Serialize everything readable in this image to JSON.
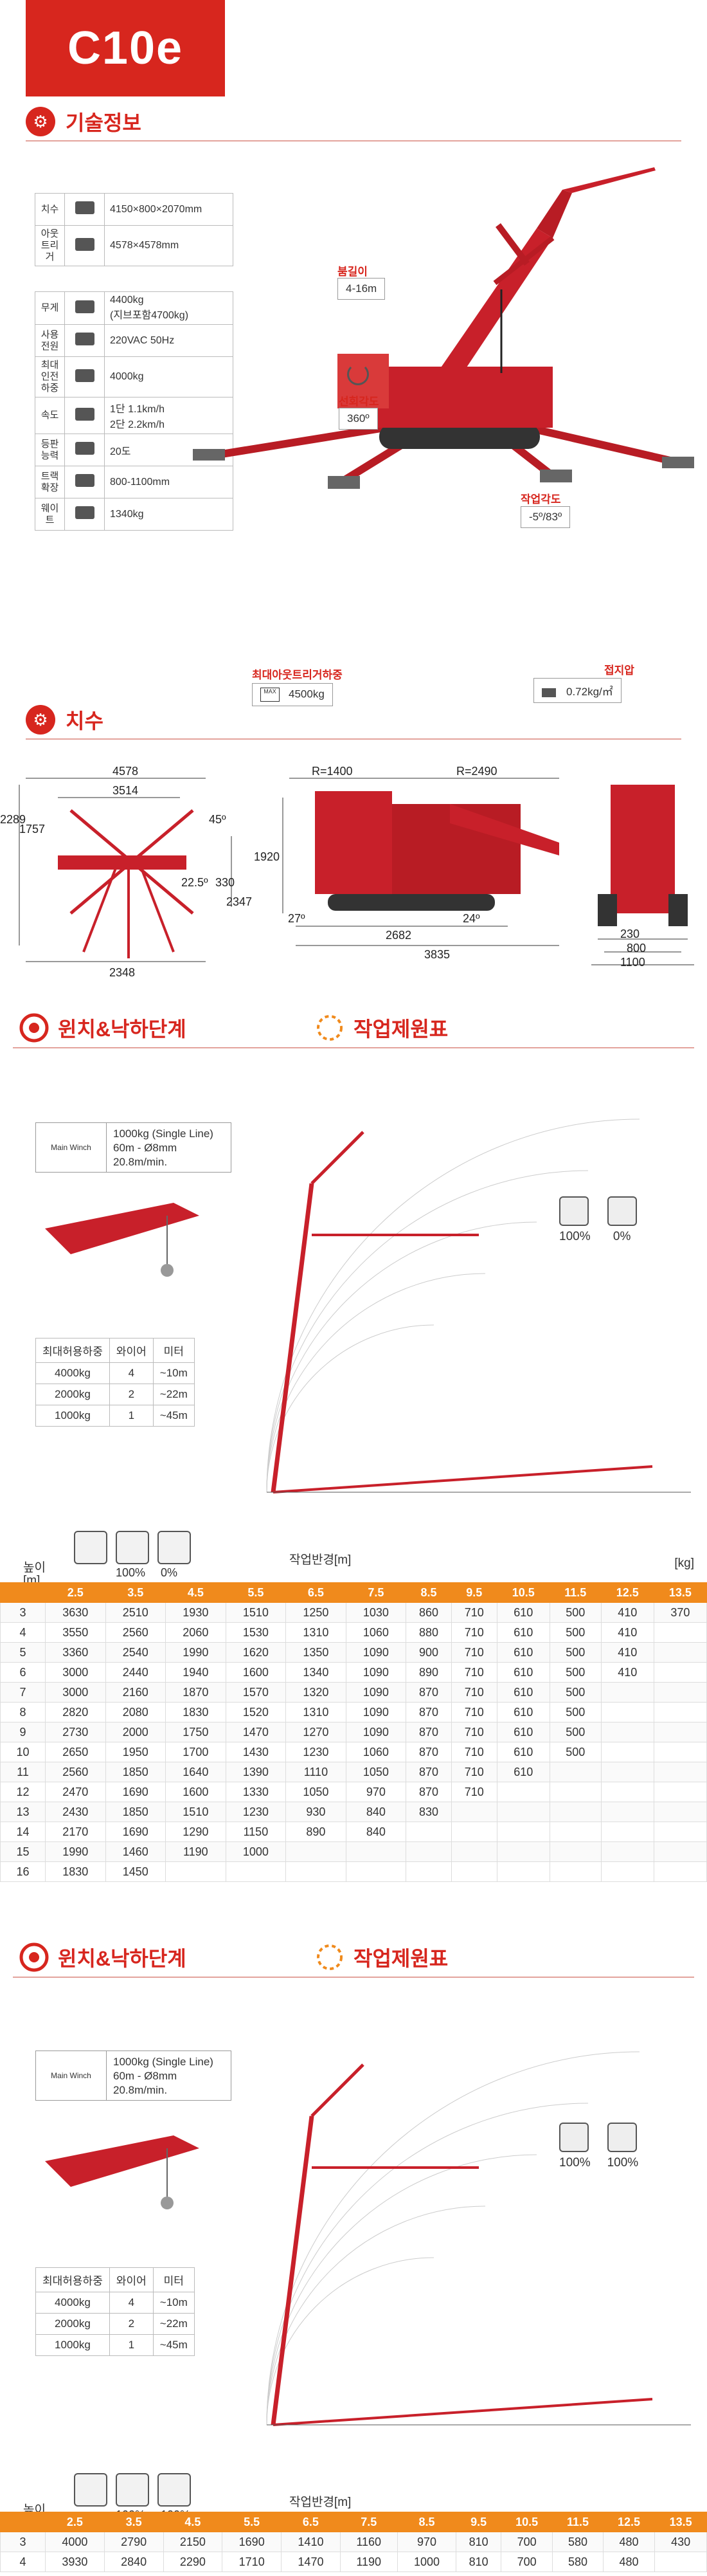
{
  "title": "C10e",
  "sections": {
    "tech": "기술정보",
    "dims": "치수",
    "winch": "윈치&낙하단계",
    "chart": "작업제원표"
  },
  "spec_rows": [
    {
      "key": "치수",
      "value": "4150×800×2070mm",
      "icon": "box-icon"
    },
    {
      "key": "아웃트리거",
      "value": "4578×4578mm",
      "icon": "outrigger-icon"
    },
    {
      "key": "무게",
      "value": "4400kg\n(지브포함4700kg)",
      "icon": "weight-icon"
    },
    {
      "key": "사용전원",
      "value": "220VAC 50Hz",
      "icon": "plug-icon"
    },
    {
      "key": "최대인전하중",
      "value": "4000kg",
      "icon": "hook-icon"
    },
    {
      "key": "속도",
      "value": "1단 1.1km/h\n2단 2.2km/h",
      "icon": "speed-icon"
    },
    {
      "key": "등판능력",
      "value": "20도",
      "icon": "slope-icon"
    },
    {
      "key": "트랙확장",
      "value": "800-1100mm",
      "icon": "track-icon"
    },
    {
      "key": "웨이트",
      "value": "1340kg",
      "icon": "counterweight-icon"
    }
  ],
  "crane_callouts": {
    "boom_len_label": "붐길이",
    "boom_len": "4-16m",
    "rotation_label": "선회각도",
    "rotation": "360º",
    "work_angle_label": "작업각도",
    "work_angle": "-5º/83º",
    "ground_label": "접지압",
    "ground": "0.72kg/㎡",
    "max_outrigger_label": "최대아웃트리거하중",
    "max_outrigger": "4500kg"
  },
  "dims": {
    "top_a": "4578",
    "top_b": "3514",
    "left_a": "2289",
    "left_b": "1757",
    "angle_a": "45º",
    "angle_b": "22.5º",
    "side_a": "330",
    "side_b": "2347",
    "bottom": "2348",
    "r1": "R=1400",
    "r2": "R=2490",
    "height": "1920",
    "ang_rear": "27º",
    "ang_front": "24º",
    "len_a": "2682",
    "len_b": "3835",
    "w_a": "230",
    "w_b": "800",
    "w_c": "1100"
  },
  "winch": {
    "name": "Main Winch",
    "spec": "1000kg (Single Line)\n60m - Ø8mm\n20.8m/min."
  },
  "fall_table": {
    "headers": [
      "최대허용하중",
      "와이어",
      "미터"
    ],
    "rows": [
      [
        "4000kg",
        "4",
        "~10m"
      ],
      [
        "2000kg",
        "2",
        "~22m"
      ],
      [
        "1000kg",
        "1",
        "~45m"
      ]
    ]
  },
  "mode_a": {
    "l1": "100%",
    "l2": "0%"
  },
  "mode_b": {
    "l1": "100%",
    "l2": "100%"
  },
  "load_common": {
    "radius_label": "작업반경[m]",
    "unit": "[kg]",
    "height_label": "높이\n[m]",
    "radii": [
      "2.5",
      "3.5",
      "4.5",
      "5.5",
      "6.5",
      "7.5",
      "8.5",
      "9.5",
      "10.5",
      "11.5",
      "12.5",
      "13.5"
    ]
  },
  "load_a": {
    "rows": [
      [
        "3",
        "3630",
        "2510",
        "1930",
        "1510",
        "1250",
        "1030",
        "860",
        "710",
        "610",
        "500",
        "410",
        "370"
      ],
      [
        "4",
        "3550",
        "2560",
        "2060",
        "1530",
        "1310",
        "1060",
        "880",
        "710",
        "610",
        "500",
        "410",
        ""
      ],
      [
        "5",
        "3360",
        "2540",
        "1990",
        "1620",
        "1350",
        "1090",
        "900",
        "710",
        "610",
        "500",
        "410",
        ""
      ],
      [
        "6",
        "3000",
        "2440",
        "1940",
        "1600",
        "1340",
        "1090",
        "890",
        "710",
        "610",
        "500",
        "410",
        ""
      ],
      [
        "7",
        "3000",
        "2160",
        "1870",
        "1570",
        "1320",
        "1090",
        "870",
        "710",
        "610",
        "500",
        "",
        ""
      ],
      [
        "8",
        "2820",
        "2080",
        "1830",
        "1520",
        "1310",
        "1090",
        "870",
        "710",
        "610",
        "500",
        "",
        ""
      ],
      [
        "9",
        "2730",
        "2000",
        "1750",
        "1470",
        "1270",
        "1090",
        "870",
        "710",
        "610",
        "500",
        "",
        ""
      ],
      [
        "10",
        "2650",
        "1950",
        "1700",
        "1430",
        "1230",
        "1060",
        "870",
        "710",
        "610",
        "500",
        "",
        ""
      ],
      [
        "11",
        "2560",
        "1850",
        "1640",
        "1390",
        "1110",
        "1050",
        "870",
        "710",
        "610",
        "",
        "",
        ""
      ],
      [
        "12",
        "2470",
        "1690",
        "1600",
        "1330",
        "1050",
        "970",
        "870",
        "710",
        "",
        "",
        "",
        ""
      ],
      [
        "13",
        "2430",
        "1850",
        "1510",
        "1230",
        "930",
        "840",
        "830",
        "",
        "",
        "",
        "",
        ""
      ],
      [
        "14",
        "2170",
        "1690",
        "1290",
        "1150",
        "890",
        "840",
        "",
        "",
        "",
        "",
        "",
        ""
      ],
      [
        "15",
        "1990",
        "1460",
        "1190",
        "1000",
        "",
        "",
        "",
        "",
        "",
        "",
        "",
        ""
      ],
      [
        "16",
        "1830",
        "1450",
        "",
        "",
        "",
        "",
        "",
        "",
        "",
        "",
        "",
        ""
      ]
    ]
  },
  "load_b": {
    "rows": [
      [
        "3",
        "4000",
        "2790",
        "2150",
        "1690",
        "1410",
        "1160",
        "970",
        "810",
        "700",
        "580",
        "480",
        "430"
      ],
      [
        "4",
        "3930",
        "2840",
        "2290",
        "1710",
        "1470",
        "1190",
        "1000",
        "810",
        "700",
        "580",
        "480",
        ""
      ]
    ]
  },
  "colors": {
    "brand": "#d7261e",
    "header_row": "#f08a1c",
    "crane": "#c8202a"
  }
}
